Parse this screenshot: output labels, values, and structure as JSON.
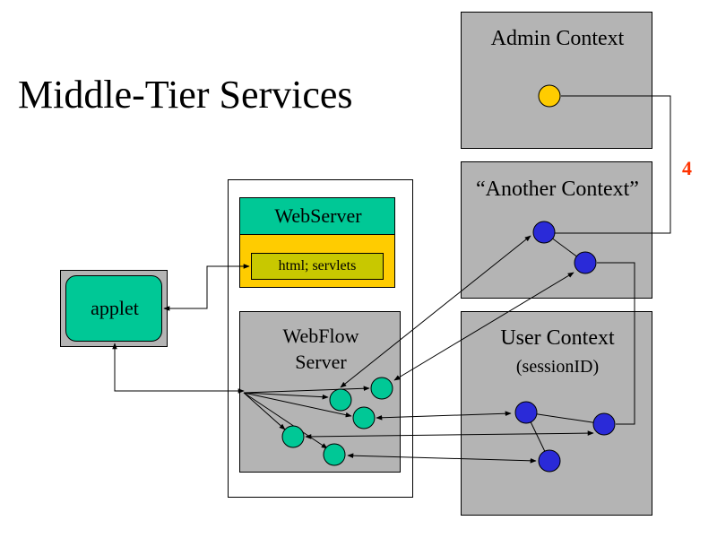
{
  "title": "Middle-Tier Services",
  "contexts": {
    "admin": "Admin Context",
    "another": "“Another Context”",
    "user": "User Context",
    "user_session": "(sessionID)"
  },
  "webserver": {
    "label": "WebServer",
    "content": "html; servlets"
  },
  "webflow": {
    "line1": "WebFlow",
    "line2": "Server"
  },
  "applet": "applet",
  "step_number": "4",
  "colors": {
    "context_gray": "#b4b4b4",
    "teal": "#00c896",
    "yellow": "#ffcc00",
    "olive": "#c8c800",
    "blue_node": "#2a2ad8",
    "admin_node": "#ffcc00",
    "step_red": "#ff3300"
  }
}
